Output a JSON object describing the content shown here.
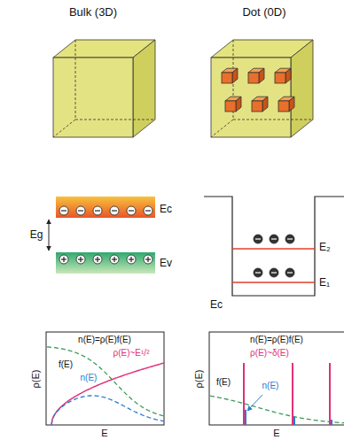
{
  "diagram": {
    "labels": [
      "Bulk (3D)",
      "Dot (0D)",
      "Ec",
      "Eg",
      "Ev",
      "E₂",
      "E₁",
      "Ec",
      "n(E)=ρ(E)f(E)",
      "f(E)",
      "ρ(E)~E¹/²",
      "n(E)",
      "ρ(E)",
      "E",
      "n(E)=ρ(E)f(E)",
      "ρ(E)~δ(E)",
      "f(E)",
      "n(E)",
      "ρ(E)",
      "E"
    ]
  }
}
